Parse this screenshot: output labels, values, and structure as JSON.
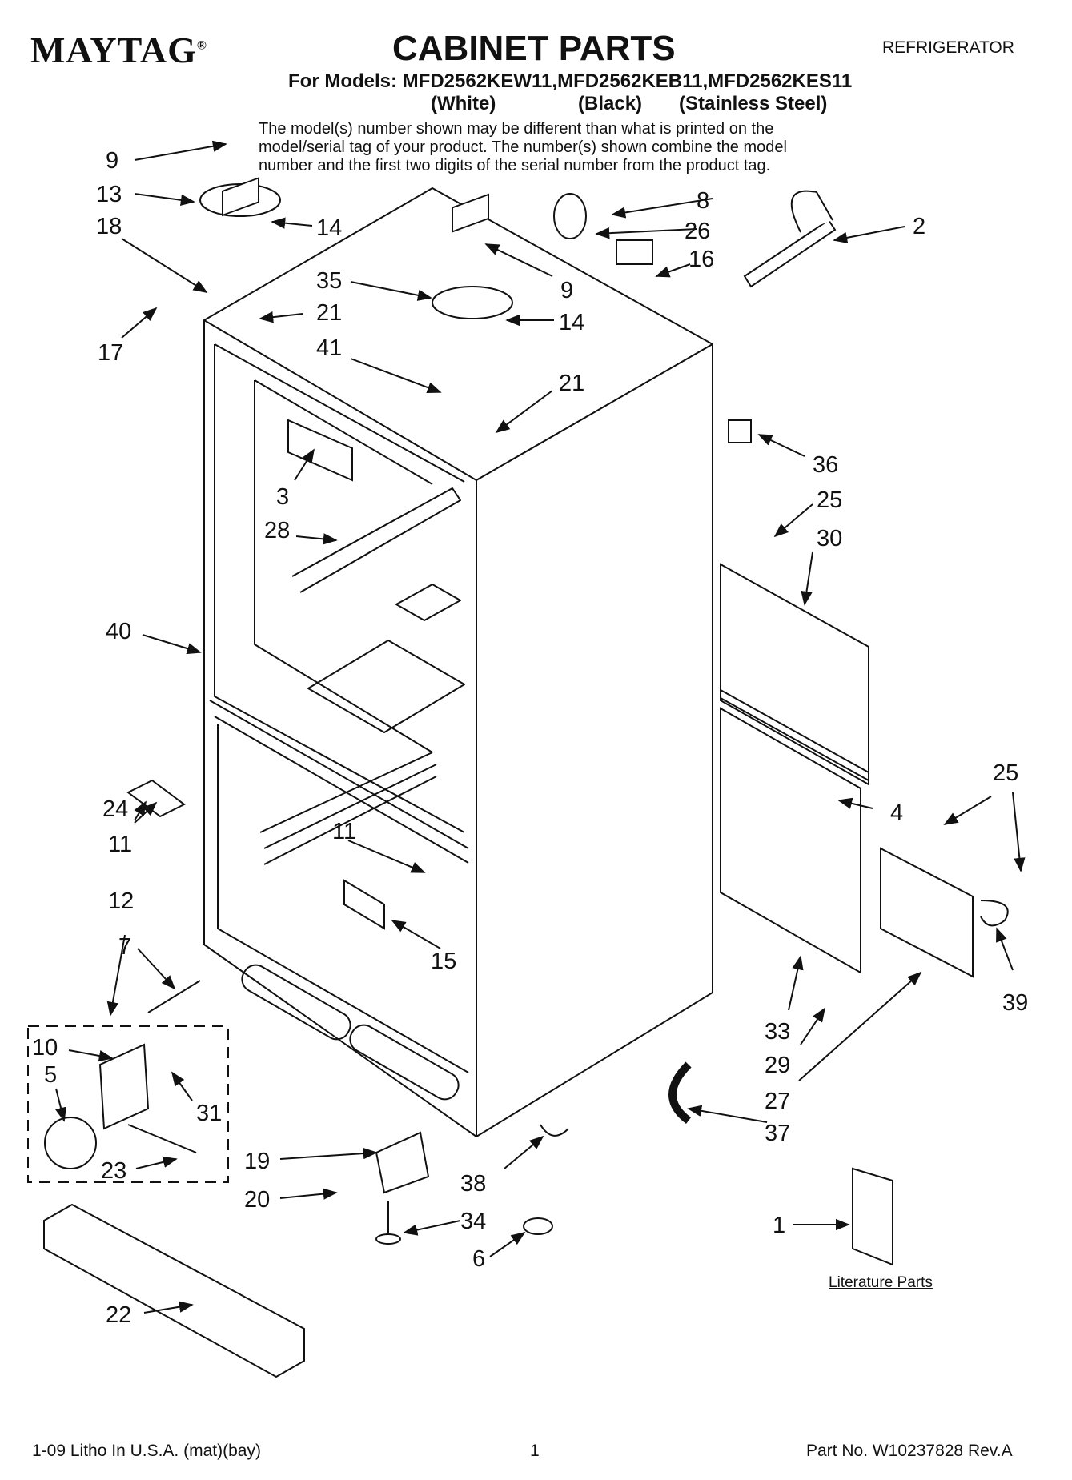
{
  "header": {
    "brand": "MAYTAG",
    "brand_mark": "®",
    "title": "CABINET PARTS",
    "category": "REFRIGERATOR",
    "models_line": "For Models: MFD2562KEW11,MFD2562KEB11,MFD2562KES11",
    "variants": [
      "(White)",
      "(Black)",
      "(Stainless Steel)"
    ]
  },
  "note": [
    "The model(s) number shown may be different than what is printed on the",
    "model/serial tag of your product. The number(s) shown combine the model",
    "number and the first two digits of the serial number from the product tag."
  ],
  "diagram": {
    "callouts": [
      "9",
      "13",
      "18",
      "14",
      "17",
      "21",
      "35",
      "41",
      "9",
      "14",
      "21",
      "8",
      "26",
      "16",
      "2",
      "36",
      "25",
      "30",
      "3",
      "28",
      "40",
      "24",
      "11",
      "11",
      "15",
      "25",
      "4",
      "39",
      "12",
      "7",
      "10",
      "5",
      "31",
      "23",
      "33",
      "29",
      "27",
      "37",
      "19",
      "20",
      "38",
      "34",
      "6",
      "1",
      "22"
    ],
    "literature_label": "Literature Parts"
  },
  "footer": {
    "print_info": "1-09 Litho In U.S.A. (mat)(bay)",
    "page_number": "1",
    "part_number": "Part No. W10237828 Rev.A"
  }
}
